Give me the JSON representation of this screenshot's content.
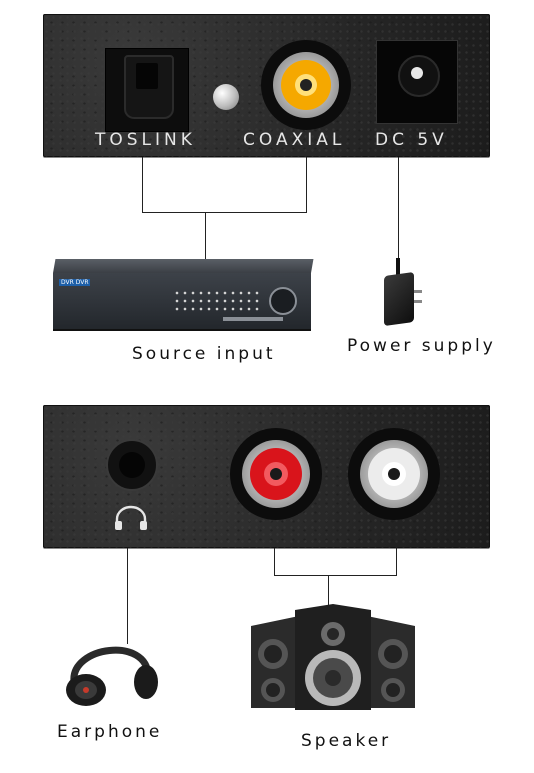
{
  "top_panel": {
    "ports": {
      "toslink": "TOSLINK",
      "coaxial": "COAXIAL",
      "dc": "DC 5V"
    }
  },
  "captions": {
    "source": "Source input",
    "power": "Power supply",
    "earphone": "Earphone",
    "speaker": "Speaker"
  },
  "dvr": {
    "badge": "DVR DVR"
  },
  "colors": {
    "coaxial": "#f5a800",
    "rca_right": "#d9141b",
    "rca_left": "#ececec"
  },
  "icons": [
    "headphone-icon"
  ]
}
